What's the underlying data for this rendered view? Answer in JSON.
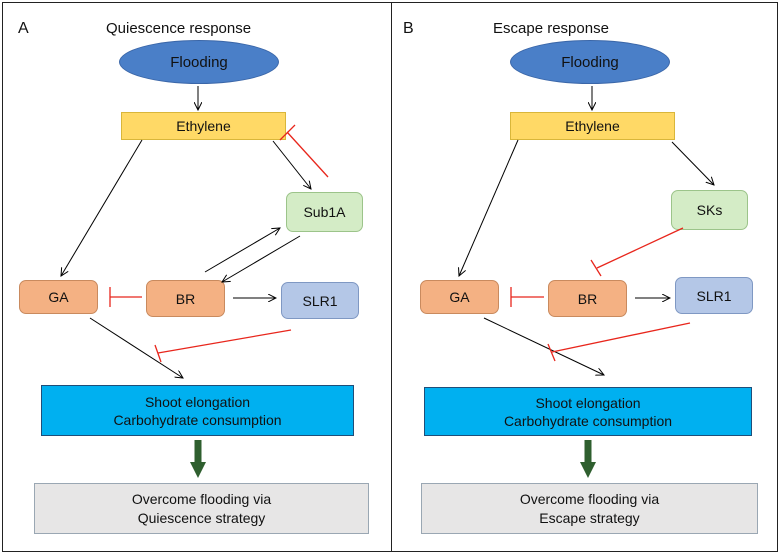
{
  "panels": [
    {
      "letter": "A",
      "title": "Quiescence response",
      "flooding": "Flooding",
      "ethylene": "Ethylene",
      "mediator": "Sub1A",
      "ga": "GA",
      "br": "BR",
      "slr1": "SLR1",
      "outcome_line1": "Shoot elongation",
      "outcome_line2": "Carbohydrate  consumption",
      "result_line1": "Overcome flooding via",
      "result_line2": "Quiescence strategy"
    },
    {
      "letter": "B",
      "title": "Escape response",
      "flooding": "Flooding",
      "ethylene": "Ethylene",
      "mediator": "SKs",
      "ga": "GA",
      "br": "BR",
      "slr1": "SLR1",
      "outcome_line1": "Shoot elongation",
      "outcome_line2": "Carbohydrate  consumption",
      "result_line1": "Overcome flooding via",
      "result_line2": "Escape strategy"
    }
  ],
  "colors": {
    "activation": "#000000",
    "inhibition": "#e8261c",
    "big_arrow": "#2f5f2f"
  }
}
